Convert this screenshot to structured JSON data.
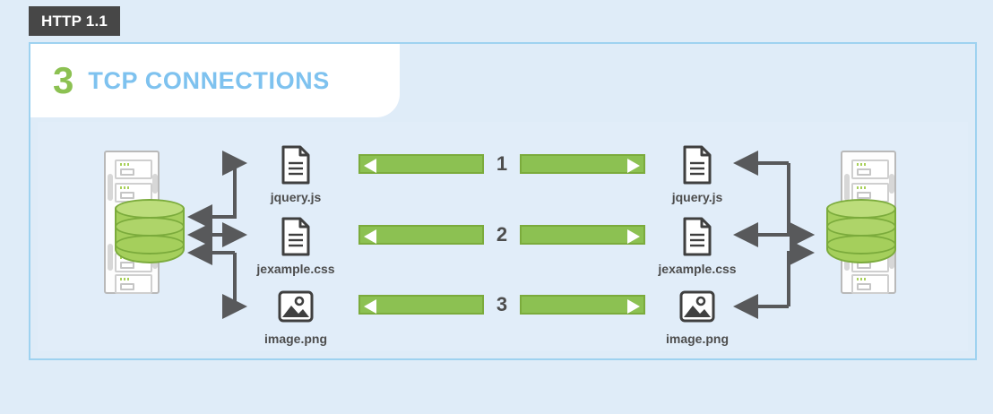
{
  "badge": {
    "label": "HTTP 1.1"
  },
  "title": {
    "number": "3",
    "text": "TCP CONNECTIONS"
  },
  "colors": {
    "page_background": "#dfecf8",
    "panel_background": "#e1edf9",
    "panel_border": "#9ed2f0",
    "badge_background": "#474747",
    "badge_text": "#ffffff",
    "title_number": "#8cc152",
    "title_text": "#7ec2ef",
    "connector_green": "#8cc152",
    "connector_green_border": "#7bab3c",
    "database_green": "#a5cf5c",
    "arrow_gray": "#58595b",
    "label_text": "#4d4d4d"
  },
  "left_server": {
    "name": "server-rack",
    "slots": 6,
    "database": "database-cylinder"
  },
  "right_server": {
    "name": "server-rack",
    "slots": 6,
    "database": "database-cylinder"
  },
  "resources": [
    {
      "file": "jquery.js",
      "icon": "document-icon",
      "connection": "1"
    },
    {
      "file": "jexample.css",
      "icon": "document-icon",
      "connection": "2"
    },
    {
      "file": "image.png",
      "icon": "image-icon",
      "connection": "3"
    }
  ],
  "left_files": [
    {
      "label": "jquery.js",
      "icon": "document-icon"
    },
    {
      "label": "jexample.css",
      "icon": "document-icon"
    },
    {
      "label": "image.png",
      "icon": "image-icon"
    }
  ],
  "right_files": [
    {
      "label": "jquery.js",
      "icon": "document-icon"
    },
    {
      "label": "jexample.css",
      "icon": "document-icon"
    },
    {
      "label": "image.png",
      "icon": "image-icon"
    }
  ],
  "connections": [
    {
      "number": "1"
    },
    {
      "number": "2"
    },
    {
      "number": "3"
    }
  ]
}
